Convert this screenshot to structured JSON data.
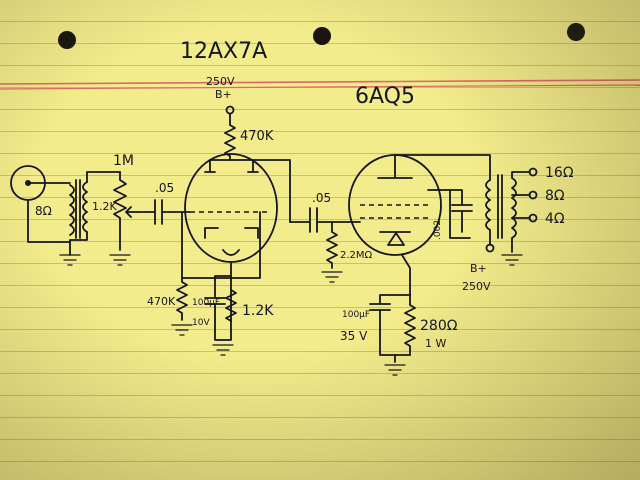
{
  "tubes": {
    "preamp": "12AX7A",
    "power": "6AQ5"
  },
  "supply": {
    "top_voltage": "250V",
    "top_label": "B+",
    "right_label": "B+",
    "right_voltage": "250V"
  },
  "components": {
    "input_impedance": "8Ω",
    "input_xfmr": "1.2K",
    "volume_pot": "1M",
    "coupling_cap_1": ".05",
    "plate_resistor": "470K",
    "grid_resistor_1": "470K",
    "bypass_cap_1_value": "100µF",
    "bypass_cap_1_voltage": "10V",
    "cathode_resistor_1": "1.2K",
    "coupling_cap_2": ".05",
    "grid_resistor_2": "2.2MΩ",
    "plate_cap": ".002",
    "bypass_cap_2_value": "100µF",
    "bypass_cap_2_voltage": "35 V",
    "cathode_resistor_2": "280Ω",
    "cathode_resistor_2_power": "1 W",
    "tap_16": "16Ω",
    "tap_8": "8Ω",
    "tap_4": "4Ω"
  },
  "colors": {
    "paper": "#f3ec8c",
    "ink": "#15151f",
    "red_margin": "#d96a6a",
    "blue_rule": "#6e8caa"
  }
}
